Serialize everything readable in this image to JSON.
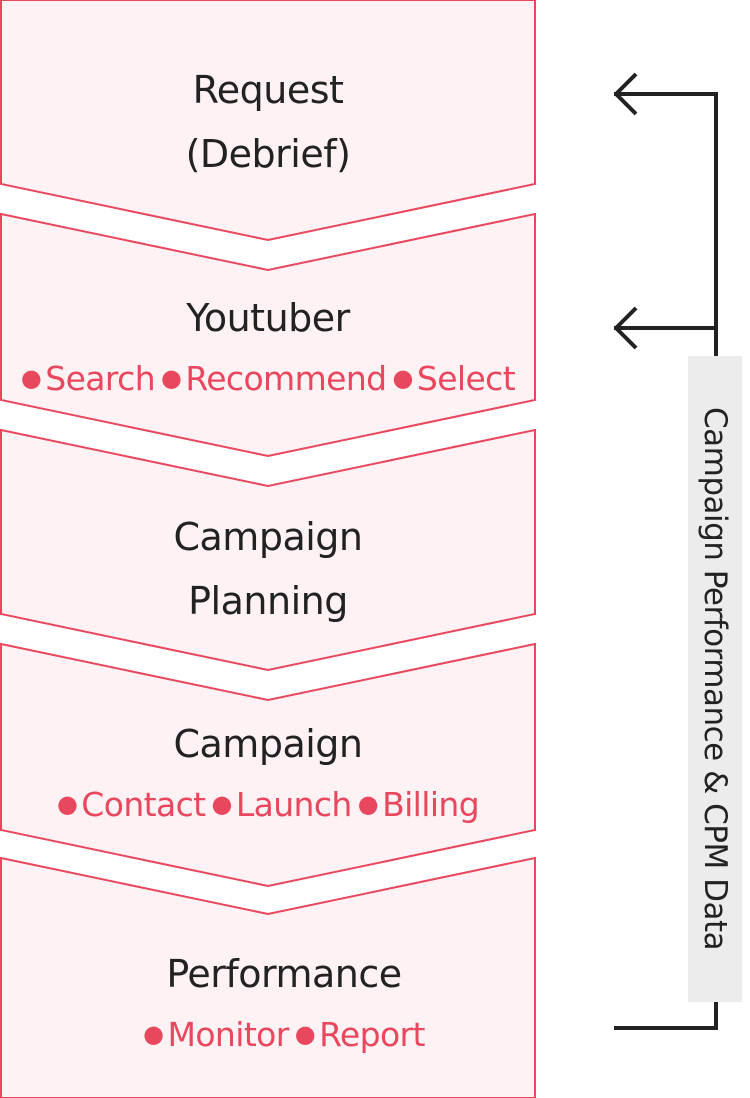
{
  "stages": [
    {
      "title_lines": [
        "Request",
        "(Debrief)"
      ],
      "items": []
    },
    {
      "title_lines": [
        "Youtuber"
      ],
      "items": [
        "Search",
        "Recommend",
        "Select"
      ]
    },
    {
      "title_lines": [
        "Campaign",
        "Planning"
      ],
      "items": []
    },
    {
      "title_lines": [
        "Campaign"
      ],
      "items": [
        "Contact",
        "Launch",
        "Billing"
      ]
    },
    {
      "title_lines": [
        "Performance"
      ],
      "items": [
        "Monitor",
        "Report"
      ]
    }
  ],
  "feedback": {
    "label": "Campaign Performance & CPM Data"
  },
  "colors": {
    "box_fill": "#fff2f4",
    "box_stroke": "#e8475e",
    "accent_text": "#e8475e",
    "title_text": "#222222",
    "arrow": "#222222",
    "label_bg": "#ececec"
  }
}
